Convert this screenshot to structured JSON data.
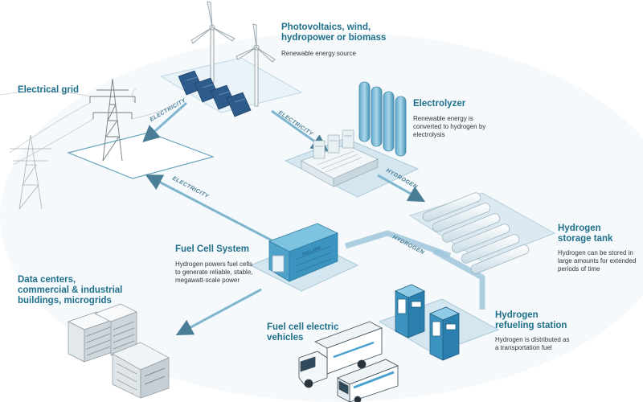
{
  "colors": {
    "accent": "#1f6f8b",
    "flow": "#7fb6cf",
    "platform": "#d4e6ef",
    "ink": "#333333"
  },
  "nodes": {
    "renewable": {
      "title": "Photovoltaics, wind,\nhydropower or biomass",
      "desc": "Renewable energy source"
    },
    "grid": {
      "title": "Electrical grid"
    },
    "electrolyzer": {
      "title": "Electrolyzer",
      "desc": "Renewable energy is\nconverted to hydrogen by\nelectrolysis"
    },
    "storage": {
      "title": "Hydrogen\nstorage tank",
      "desc": "Hydrogen can be stored in\nlarge amounts for extended\nperiods of time"
    },
    "fuelcell": {
      "title": "Fuel Cell System",
      "desc": "Hydrogen powers fuel cells\nto generate reliable, stable,\nmegawatt-scale power",
      "logo": "BALLARD"
    },
    "datacenters": {
      "title": "Data centers,\ncommercial & industrial\nbuildings, microgrids"
    },
    "vehicles": {
      "title": "Fuel cell electric\nvehicles"
    },
    "refueling": {
      "title": "Hydrogen\nrefueling station",
      "desc": "Hydrogen is distributed as\na transportation fuel"
    }
  },
  "flows": {
    "renewable_to_grid": "ELECTRICITY",
    "renewable_to_electrolyzer": "ELECTRICITY",
    "fuelcell_to_grid": "ELECTRICITY",
    "electrolyzer_to_storage": "HYDROGEN",
    "storage_to_fuelcell": "HYDROGEN"
  },
  "icons": [
    "wind-turbine-icon",
    "solar-panel-icon",
    "pylon-icon",
    "electrolyzer-icon",
    "storage-tank-icon",
    "fuel-cell-container-icon",
    "data-center-icon",
    "truck-icon",
    "bus-icon",
    "fuel-dispenser-icon"
  ]
}
